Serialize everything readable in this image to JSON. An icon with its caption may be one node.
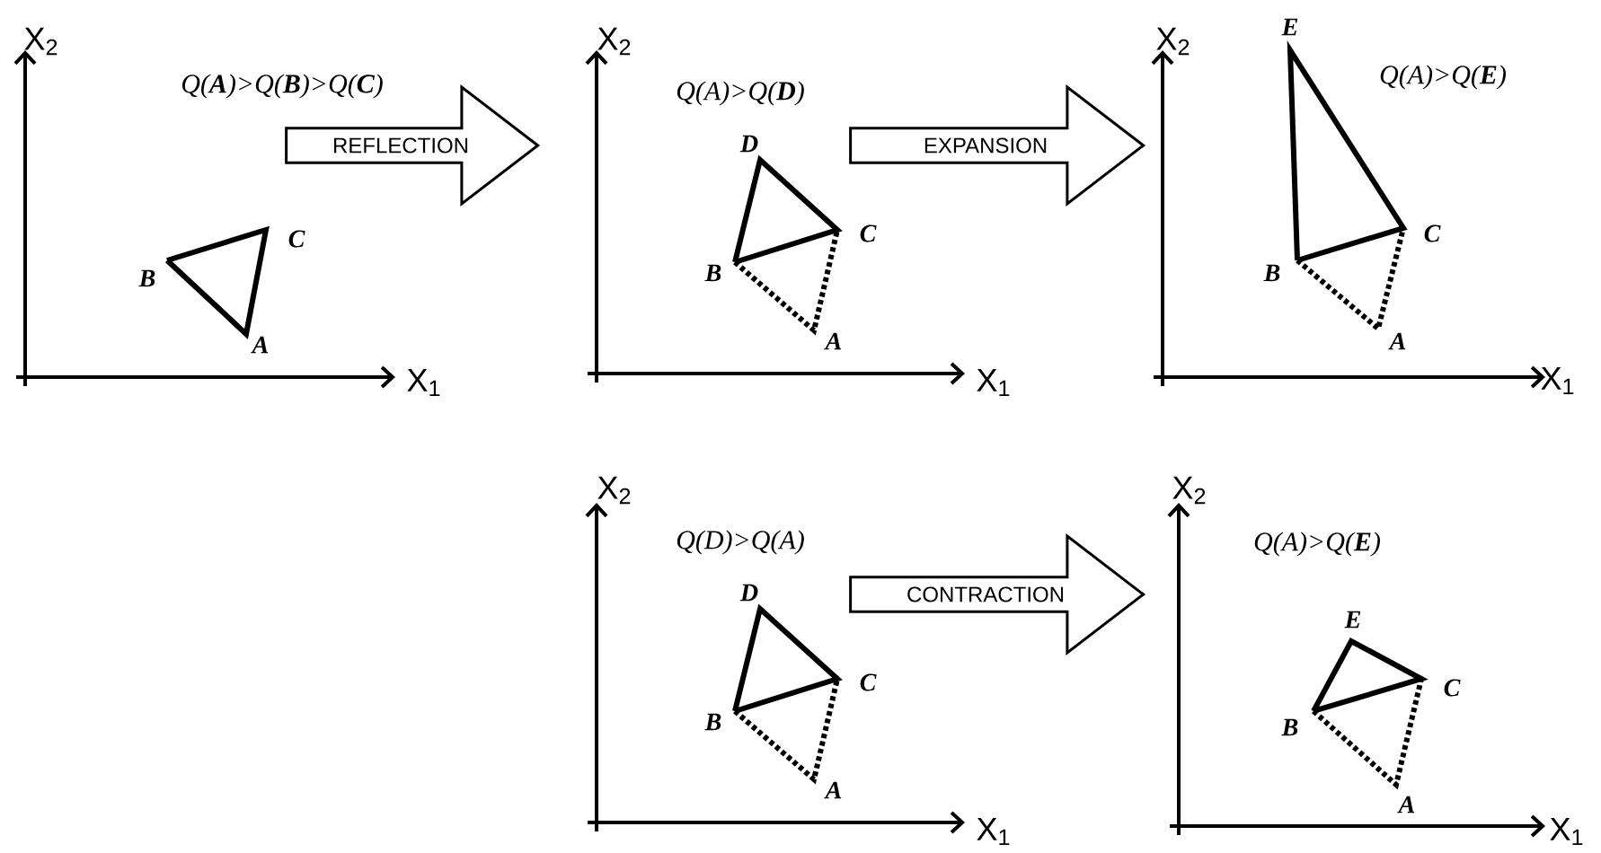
{
  "diagram": {
    "nodes": [
      {
        "text": [
          "REFLECTION"
        ]
      },
      {
        "text": [
          "EXPANSION"
        ]
      },
      {
        "text": [
          "CONTRACTION"
        ]
      }
    ],
    "labels": [
      "X$_{2}$",
      "Q(**A**)>Q(**B**)>Q(**C**)",
      "C",
      "B",
      "A",
      "X$_{1}$",
      "X$_{2}$",
      "Q(A)>Q(**D**)",
      "D",
      "C",
      "B",
      "A",
      "X$_{1}$",
      "X$_{2}$",
      "E",
      "Q(A)>Q(**E**)",
      "C",
      "B",
      "A",
      "X$_{1}$",
      "X$_{2}$",
      "Q(D)>Q(A)",
      "D",
      "C",
      "B",
      "A",
      "X$_{1}$",
      "X$_{2}$",
      "Q(A)>Q(**E**)",
      "E",
      "C",
      "B",
      "A",
      "X$_{1}$"
    ]
  }
}
